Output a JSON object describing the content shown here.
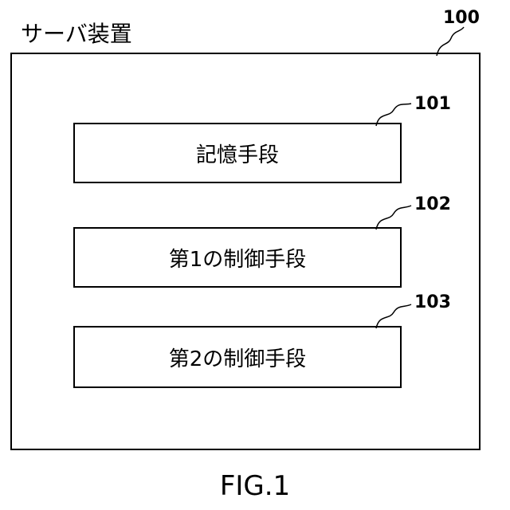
{
  "server": {
    "label": "サーバ装置",
    "ref": "100"
  },
  "components": [
    {
      "label": "記憶手段",
      "ref": "101"
    },
    {
      "label": "第1の制御手段",
      "ref": "102"
    },
    {
      "label": "第2の制御手段",
      "ref": "103"
    }
  ],
  "figure": {
    "caption": "FIG.1"
  }
}
